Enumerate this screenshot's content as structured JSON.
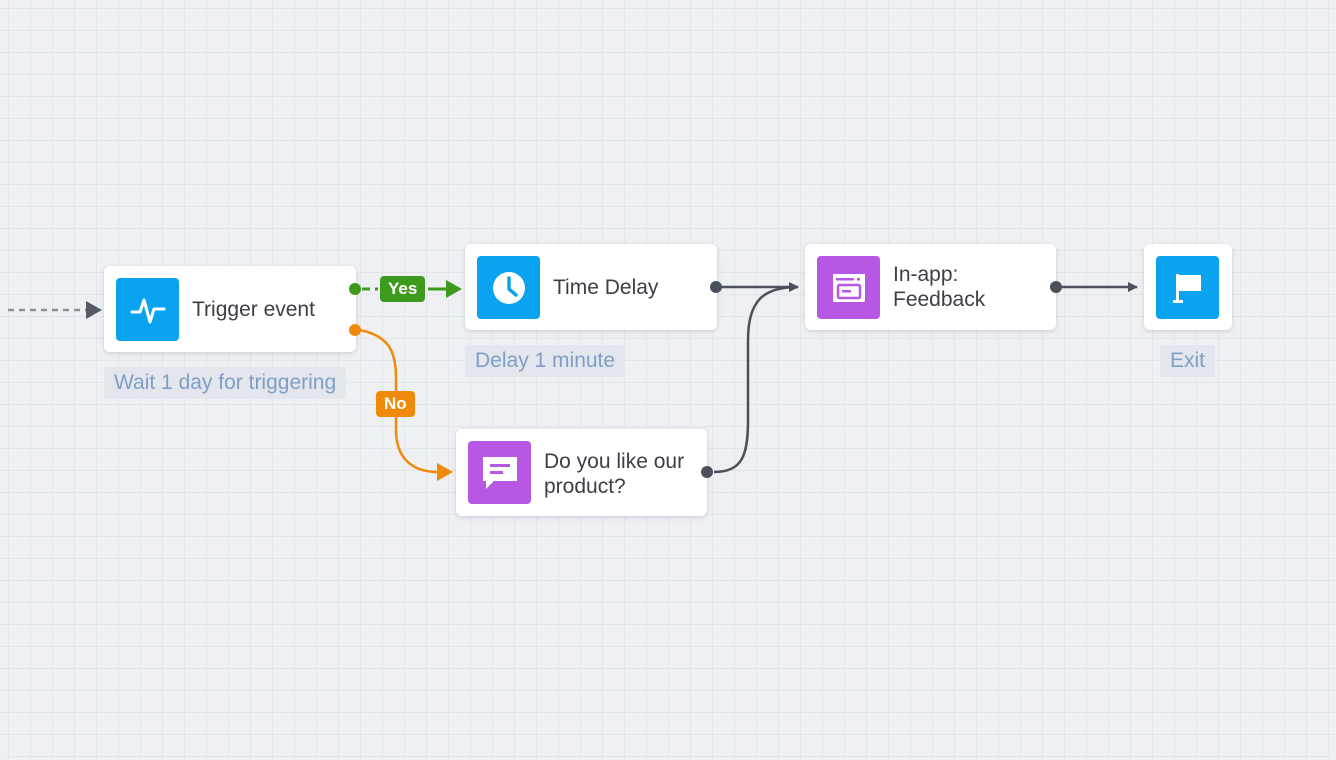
{
  "nodes": {
    "trigger": {
      "label": "Trigger event",
      "icon": "activity-pulse-icon",
      "caption": "Wait 1 day for triggering"
    },
    "delay": {
      "label": "Time Delay",
      "icon": "clock-icon",
      "caption": "Delay 1 minute"
    },
    "question": {
      "label_line1": "Do you like our",
      "label_line2": "product?",
      "icon": "chat-message-icon"
    },
    "inapp": {
      "label_line1": "In-app:",
      "label_line2": "Feedback",
      "icon": "in-app-window-icon"
    },
    "exit": {
      "icon": "flag-icon",
      "caption": "Exit"
    }
  },
  "branches": {
    "yes": "Yes",
    "no": "No"
  },
  "colors": {
    "blue": "#0aa3f0",
    "purple": "#b757e4",
    "yes_green": "#3e9a1c",
    "no_orange": "#f08a0a",
    "wire_gray": "#4b515b",
    "caption_text": "#7f9ec7"
  }
}
